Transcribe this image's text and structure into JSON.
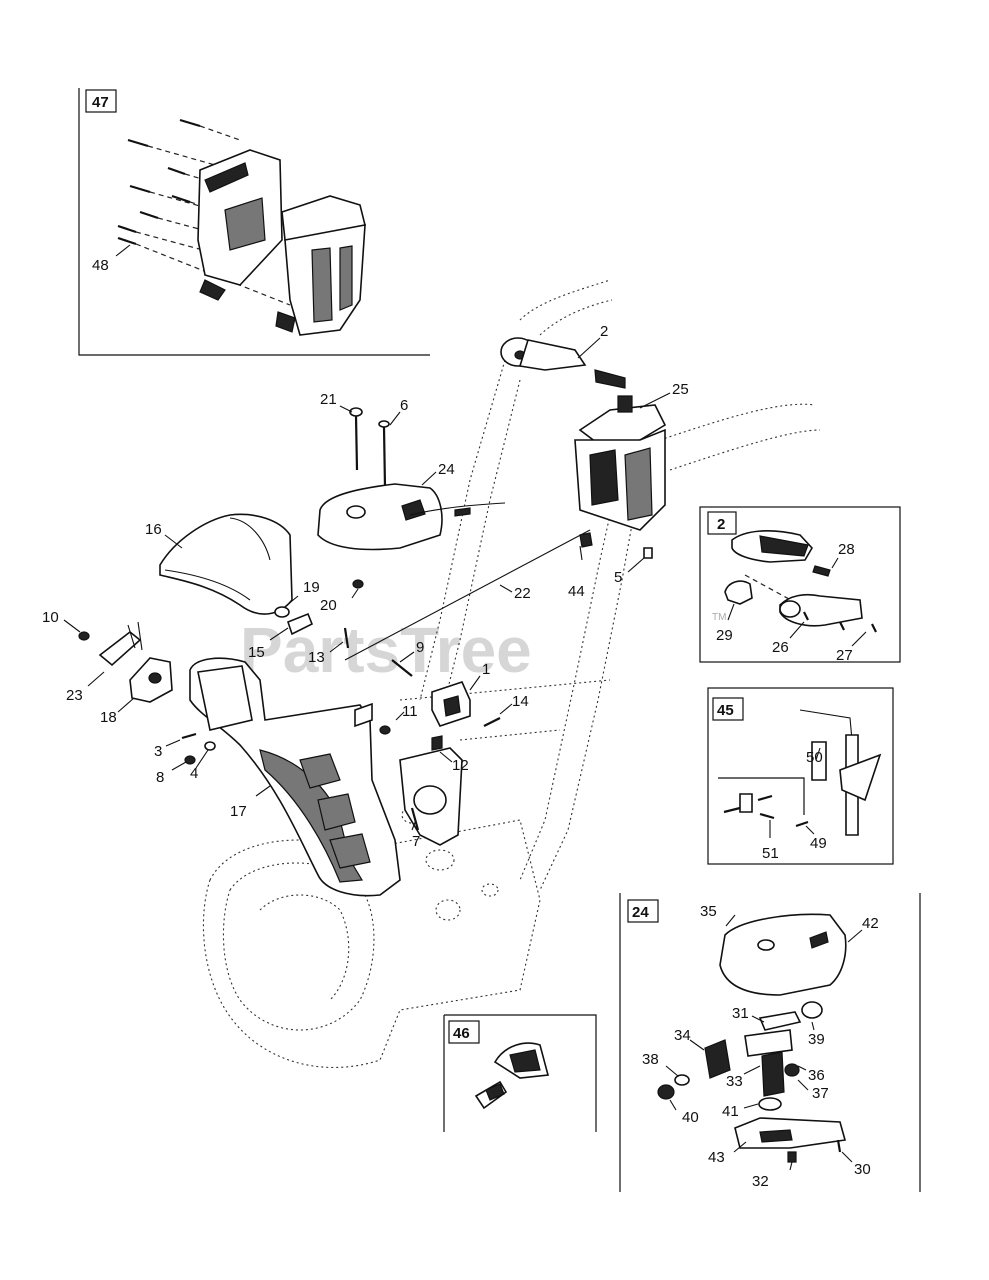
{
  "watermark": "PartsTree",
  "trademark": "TM",
  "insets": [
    {
      "id": "inset-47",
      "label": "47"
    },
    {
      "id": "inset-2",
      "label": "2"
    },
    {
      "id": "inset-45",
      "label": "45"
    },
    {
      "id": "inset-46",
      "label": "46"
    },
    {
      "id": "inset-24",
      "label": "24"
    }
  ],
  "callouts": [
    "1",
    "2",
    "3",
    "4",
    "5",
    "6",
    "7",
    "8",
    "9",
    "10",
    "11",
    "12",
    "13",
    "14",
    "15",
    "16",
    "17",
    "18",
    "19",
    "20",
    "21",
    "22",
    "23",
    "24",
    "25",
    "26",
    "27",
    "28",
    "29",
    "30",
    "31",
    "32",
    "33",
    "34",
    "35",
    "36",
    "37",
    "38",
    "39",
    "40",
    "41",
    "42",
    "43",
    "44",
    "48",
    "49",
    "50",
    "51"
  ]
}
